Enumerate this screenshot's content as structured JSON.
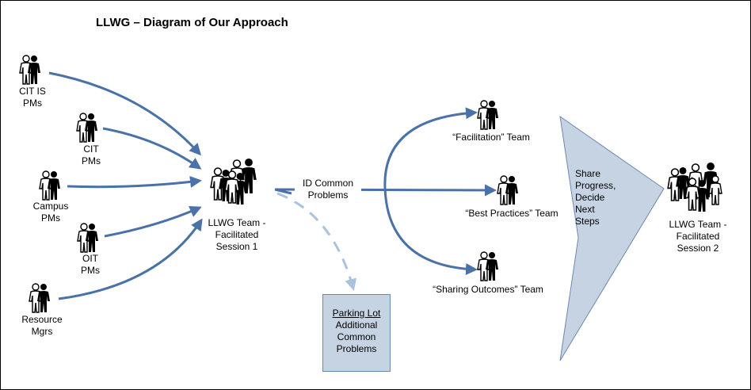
{
  "title": "LLWG – Diagram of Our Approach",
  "colors": {
    "arrow": "#4a72a8",
    "dashed_arrow": "#a9c2de",
    "parking_fill": "#c5d3e3",
    "chevron_fill": "#c5d3e3"
  },
  "sources": [
    {
      "line1": "CIT IS",
      "line2": "PMs"
    },
    {
      "line1": "CIT",
      "line2": "PMs"
    },
    {
      "line1": "Campus",
      "line2": "PMs"
    },
    {
      "line1": "OIT",
      "line2": "PMs"
    },
    {
      "line1": "Resource",
      "line2": "Mgrs"
    }
  ],
  "session1": {
    "line1": "LLWG Team -",
    "line2": "Facilitated",
    "line3": "Session 1"
  },
  "id_common": {
    "line1": "ID Common",
    "line2": "Problems"
  },
  "parking_lot": {
    "heading": "Parking Lot",
    "line1": "Additional",
    "line2": "Common",
    "line3": "Problems"
  },
  "teams": [
    {
      "label": "“Facilitation” Team"
    },
    {
      "label": "“Best Practices” Team"
    },
    {
      "label": "“Sharing Outcomes” Team"
    }
  ],
  "share": {
    "line1": "Share",
    "line2": "Progress,",
    "line3": "Decide",
    "line4": "Next",
    "line5": "Steps"
  },
  "session2": {
    "line1": "LLWG Team -",
    "line2": "Facilitated",
    "line3": "Session 2"
  }
}
